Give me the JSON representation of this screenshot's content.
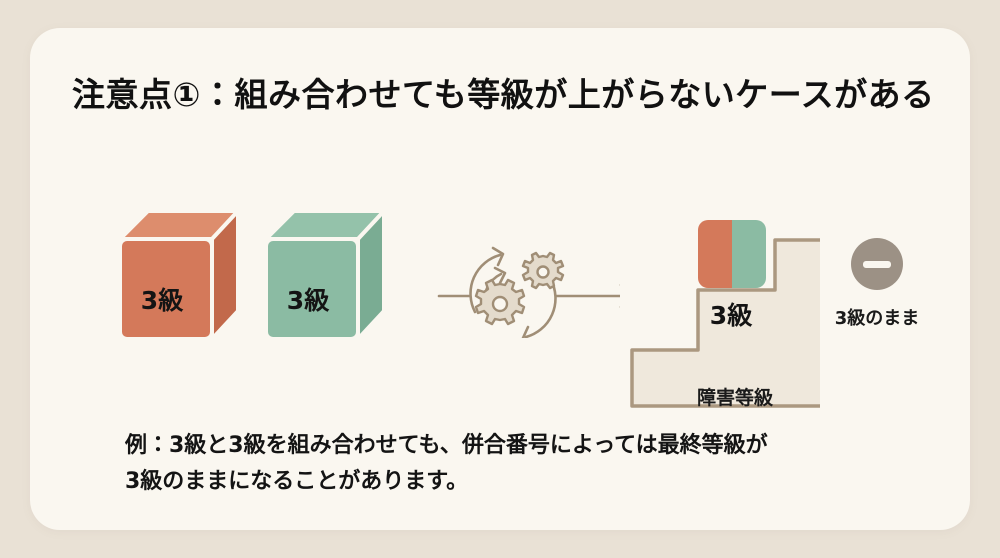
{
  "slide": {
    "title": "注意点①：組み合わせても等級が上がらないケースがある",
    "background_color": "#e9e1d5",
    "card_color": "#faf7f0"
  },
  "diagram": {
    "input_cubes": [
      {
        "name": "orange-cube",
        "label": "3級",
        "color": "#d4795a",
        "top_color": "#dd8d6d",
        "side_color": "#c2694b"
      },
      {
        "name": "green-cube",
        "label": "3級",
        "color": "#8bbba3",
        "top_color": "#94c2aa",
        "side_color": "#7aac93"
      }
    ],
    "process": {
      "icon": "gears-refresh-icon",
      "stroke_color": "#a08e76"
    },
    "arrow": {
      "icon": "arrow-right-icon",
      "color": "#a08e76"
    },
    "stairs": {
      "caption": "障害等級",
      "step_label": "3級",
      "fill_color": "#efe8dc",
      "stroke_color": "#ab9880",
      "block": {
        "left_color": "#d4795a",
        "right_color": "#8bbba3"
      }
    },
    "result": {
      "icon": "minus-circle-icon",
      "icon_color": "#9c9185",
      "label": "3級のまま"
    }
  },
  "footnote": {
    "line1": "例：3級と3級を組み合わせても、併合番号によっては最終等級が",
    "line2": "3級のままになることがあります。"
  }
}
